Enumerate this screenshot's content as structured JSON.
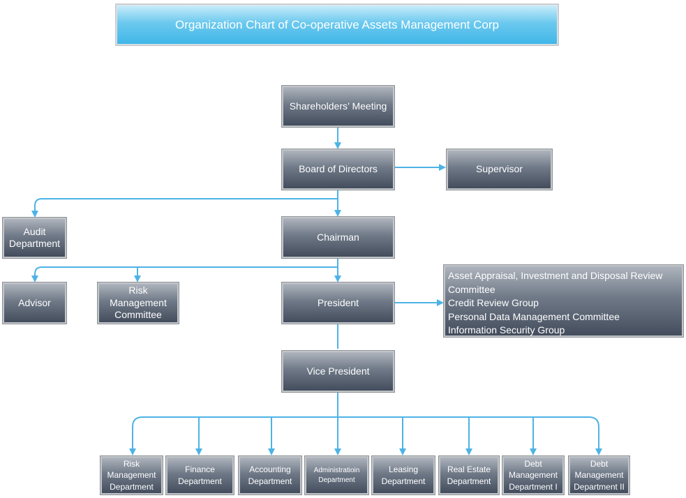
{
  "title": "Organization Chart of Co-operative Assets Management Corp",
  "nodes": {
    "shareholders": "Shareholders’ Meeting",
    "board": "Board of Directors",
    "supervisor": "Supervisor",
    "audit": [
      "Audit",
      "Department"
    ],
    "chairman": "Chairman",
    "advisor": "Advisor",
    "risk_committee": [
      "Risk",
      "Management",
      "Committee"
    ],
    "president": "President",
    "committees": [
      "Asset Appraisal, Investment and Disposal Review",
      "Committee",
      "Credit Review Group",
      "Personal Data Management Committee",
      "Information Security Group"
    ],
    "vice_president": "Vice President",
    "departments": [
      [
        "Risk",
        "Management",
        "Department"
      ],
      [
        "Finance",
        "Department"
      ],
      [
        "Accounting",
        "Department"
      ],
      [
        "Administratioin",
        "Department"
      ],
      [
        "Leasing",
        "Department"
      ],
      [
        "Real Estate",
        "Department"
      ],
      [
        "Debt",
        "Management",
        "Department I"
      ],
      [
        "Debt",
        "Management",
        "Department II"
      ]
    ]
  },
  "colors": {
    "connector": "#4db3e6",
    "title_gradient_top": "#cbeefb",
    "title_gradient_bottom": "#3fb6e8",
    "node_gradient_top": "#aeb4bd",
    "node_gradient_bottom": "#434d5d"
  }
}
